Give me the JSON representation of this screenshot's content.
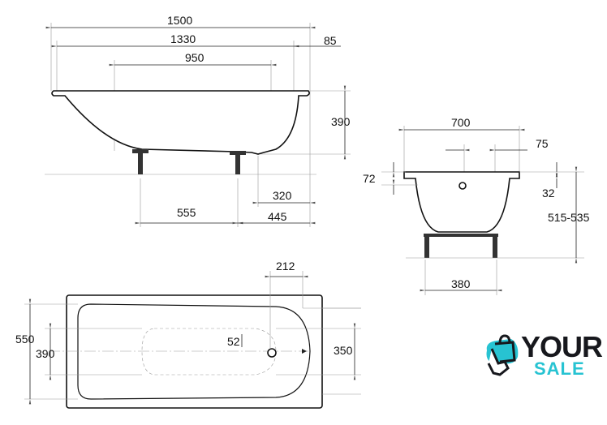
{
  "side_view": {
    "dims": {
      "total_length": "1500",
      "inner_length": "1330",
      "rim_offset": "85",
      "flat_bottom": "950",
      "height": "390",
      "drain_offset": "320",
      "foot_spacing": "555",
      "foot_end": "445"
    }
  },
  "end_view": {
    "dims": {
      "width": "700",
      "drain_spacing": "75",
      "rim_left": "72",
      "rim_right": "32",
      "height_range": "515-535",
      "leg_spacing": "380"
    }
  },
  "top_view": {
    "dims": {
      "outer_width": "550",
      "inner_width": "390",
      "drain_end_width": "350",
      "drain_offset": "212",
      "drain_diameter": "52"
    }
  },
  "logo": {
    "line1": "YOUR",
    "line2": "SALE",
    "primary_color": "#17181d",
    "accent_color": "#27c3d2"
  }
}
